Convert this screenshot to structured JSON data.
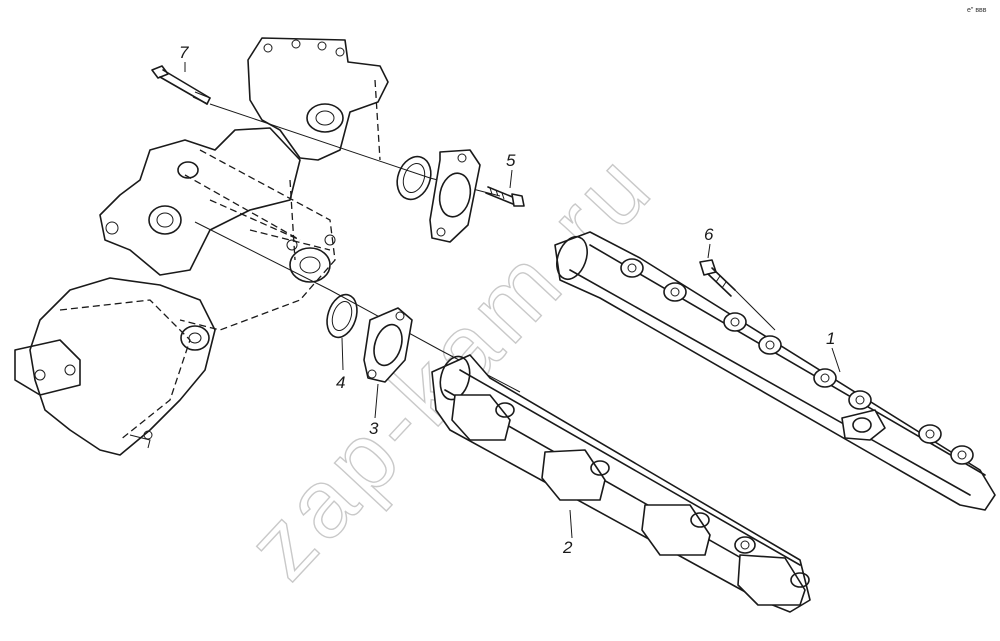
{
  "corner_code": "е\" ввв",
  "watermark": "zap-kam.ru",
  "callouts": [
    {
      "id": "1",
      "label": "1"
    },
    {
      "id": "2",
      "label": "2"
    },
    {
      "id": "3",
      "label": "3"
    },
    {
      "id": "4",
      "label": "4"
    },
    {
      "id": "5",
      "label": "5"
    },
    {
      "id": "6",
      "label": "6"
    },
    {
      "id": "7",
      "label": "7"
    }
  ]
}
